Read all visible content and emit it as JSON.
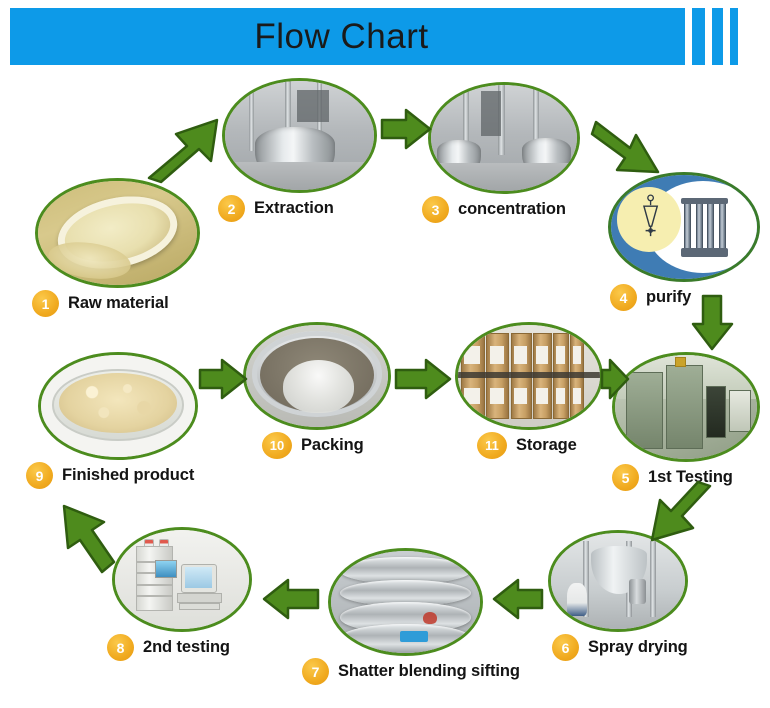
{
  "header": {
    "title": "Flow Chart",
    "bar_color": "#0d9ae8",
    "ticks": [
      "tick-1",
      "tick-2",
      "tick-3"
    ]
  },
  "theme": {
    "oval_border": "#4c8c1e",
    "arrow_fill": "#4e8b1d",
    "arrow_stroke": "#2f5d10",
    "badge_color": "#f0a91e",
    "label_color": "#141414",
    "background": "#ffffff"
  },
  "flow": {
    "nodes": [
      {
        "number": "1",
        "label": "Raw material",
        "art": "raw",
        "photo_alt": "sliced cream coloured raw root material"
      },
      {
        "number": "2",
        "label": "Extraction",
        "art": "steel",
        "photo_alt": "stainless steel extraction tanks"
      },
      {
        "number": "3",
        "label": "concentration",
        "art": "steel",
        "photo_alt": "stainless steel concentration vessels"
      },
      {
        "number": "4",
        "label": "purify",
        "art": "purify",
        "photo_alt": "separatory funnel icon and chromatography columns"
      },
      {
        "number": "5",
        "label": "1st Testing",
        "art": "lab5",
        "photo_alt": "laboratory testing instrument cabinets"
      },
      {
        "number": "6",
        "label": "Spray drying",
        "art": "spray",
        "photo_alt": "spray drying tower with operator"
      },
      {
        "number": "7",
        "label": "Shatter blending sifting",
        "art": "sift",
        "photo_alt": "stainless vibrating sifter machine"
      },
      {
        "number": "8",
        "label": "2nd testing",
        "art": "hplc",
        "photo_alt": "HPLC system with computer monitor"
      },
      {
        "number": "9",
        "label": "Finished product",
        "art": "prod",
        "photo_alt": "petri dish filled with tan finished powder"
      },
      {
        "number": "10",
        "label": "Packing",
        "art": "pack",
        "photo_alt": "fibre drum lined with plastic bag"
      },
      {
        "number": "11",
        "label": "Storage",
        "art": "store",
        "photo_alt": "cardboard drums stacked in warehouse"
      }
    ],
    "arrows": [
      {
        "from": "1",
        "to": "2",
        "direction": "up-right"
      },
      {
        "from": "2",
        "to": "3",
        "direction": "right"
      },
      {
        "from": "3",
        "to": "4",
        "direction": "down-right"
      },
      {
        "from": "4",
        "to": "5",
        "direction": "down"
      },
      {
        "from": "5",
        "to": "6",
        "direction": "down-left"
      },
      {
        "from": "6",
        "to": "7",
        "direction": "left"
      },
      {
        "from": "7",
        "to": "8",
        "direction": "left"
      },
      {
        "from": "8",
        "to": "9",
        "direction": "up-left"
      },
      {
        "from": "9",
        "to": "10",
        "direction": "right"
      },
      {
        "from": "10",
        "to": "11",
        "direction": "right"
      },
      {
        "from": "11",
        "to": "5",
        "direction": "right"
      }
    ]
  }
}
